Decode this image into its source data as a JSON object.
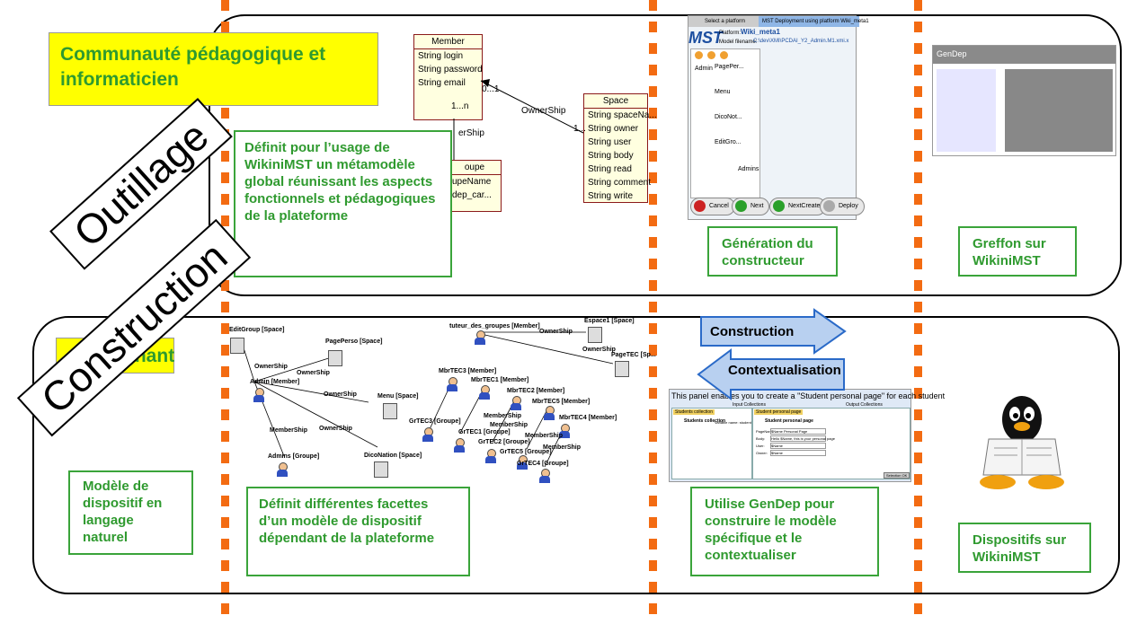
{
  "lanes": {
    "outillage_label": "Outillage",
    "construction_label": "Construction"
  },
  "headers": {
    "community": "Communauté pédagogique et informaticien",
    "teacher": "Enseignant"
  },
  "boxes": {
    "metamodel": "Définit pour l’usage de WikiniMST un métamodèle global réunissant les aspects fonctionnels et pédagogiques de la plateforme",
    "generation": "Génération du constructeur",
    "greffon": "Greffon sur WikiniMST",
    "nat_model": "Modèle de dispositif en langage naturel",
    "facets": "Définit différentes facettes d’un modèle de dispositif dépendant de la plateforme",
    "gendep_use": "Utilise GenDep pour construire le modèle spécifique et le contextualiser",
    "dispositifs": "Dispositifs sur WikiniMST"
  },
  "arrows": {
    "construction": "Construction",
    "contextualisation": "Contextualisation"
  },
  "uml": {
    "member": {
      "name": "Member",
      "attrs": [
        "String login",
        "String password",
        "String email"
      ]
    },
    "space": {
      "name": "Space",
      "attrs": [
        "String spaceNa...",
        "String owner",
        "String user",
        "String body",
        "String read",
        "String comment",
        "String write"
      ]
    },
    "groupe": {
      "name": "oupe",
      "attrs": [
        "upeName",
        "dep_car..."
      ]
    },
    "labels": {
      "ownership": "OwnerShip",
      "membership": "erShip",
      "mult_n": "1...n",
      "mult_1": "1...",
      "mult_0": "0...1"
    }
  },
  "mst_shot": {
    "tab1": "Select a platform",
    "tab2": "MST Deployment using platform Wiki_meta1",
    "logo": "MST",
    "platform_label": "Platform:",
    "platform_value": "Wiki_meta1",
    "model_label": "Model filename:",
    "model_value": "C:\\dev\\XMI\\PCDAI_Y2_Admin.M1.xmi.x",
    "tree": [
      "Admin",
      "PagePer...",
      "Menu",
      "DicoNot...",
      "EditGro...",
      "Admins"
    ],
    "buttons": [
      "Cancel",
      "Next",
      "NextCreate",
      "Deploy"
    ]
  },
  "gendep_shot": {
    "title": "GenDep"
  },
  "facet1": {
    "nodes": [
      "EditGroup [Space]",
      "PagePerso [Space]",
      "Admin [Member]",
      "Menu [Space]",
      "Admins [Groupe]",
      "DicoNation [Space]"
    ],
    "edges": [
      "OwnerShip",
      "OwnerShip",
      "OwnerShip",
      "MemberShip",
      "OwnerShip"
    ]
  },
  "facet2": {
    "nodes": [
      "tuteur_des_groupes [Member]",
      "Espace1 [Space]",
      "PageTEC [Sp...",
      "MbrTEC3 [Member]",
      "MbrTEC1 [Member]",
      "MbrTEC2 [Member]",
      "MbrTEC5 [Member]",
      "MbrTEC4 [Member]",
      "GrTEC3 [Groupe]",
      "GrTEC1 [Groupe]",
      "GrTEC2 [Groupe]",
      "GrTEC5 [Groupe]",
      "GrTEC4 [Groupe]"
    ],
    "edges": [
      "OwnerShip",
      "OwnerShip",
      "MemberShip",
      "MemberShip",
      "MemberShip",
      "MemberShip"
    ]
  },
  "panel_shot": {
    "heading": "This panel enables you to create a \"Student personal page\" for each student",
    "input_title": "Input Collections",
    "output_title": "Output Collections",
    "students_tab": "Students collection",
    "students_label": "Students collection",
    "variable_label": "Variable name: student",
    "page_tab": "Student personal page",
    "page_label": "Student personal page",
    "fields": [
      "PageName:",
      "Body:",
      "User:",
      "Owner:"
    ],
    "field_values": [
      "$Name Personal Page",
      "Hello $Name, this is your personal page",
      "$Name",
      "$Name"
    ],
    "finish": "Selection OK"
  },
  "colors": {
    "dash": "#f36b12",
    "green_text": "#2f9a2f",
    "yellow": "#ffff00",
    "arrow_fill": "#b8d0f0",
    "arrow_stroke": "#2a6ac8"
  }
}
